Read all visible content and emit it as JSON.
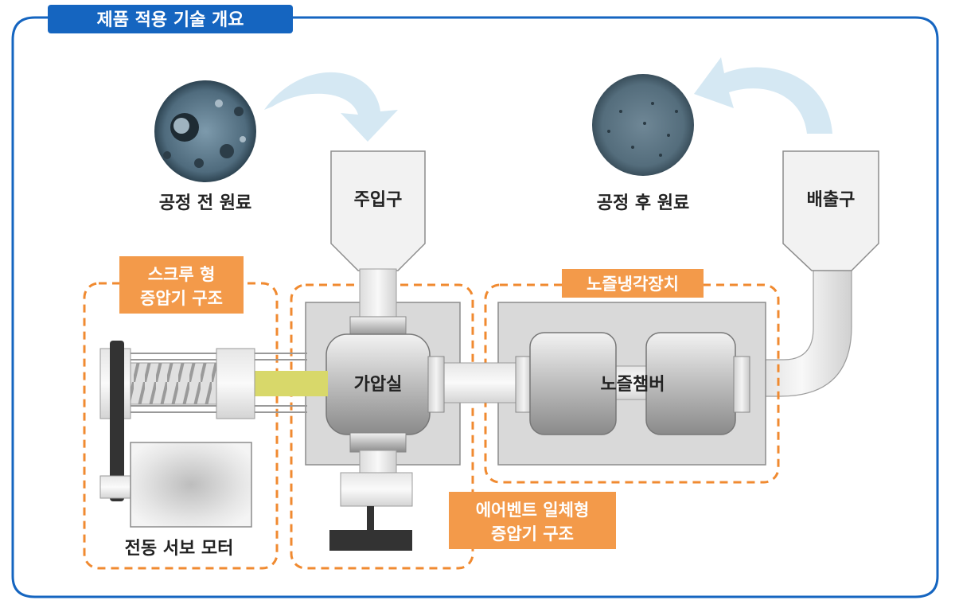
{
  "title": "제품 적용 기술 개요",
  "labels": {
    "before_material": "공정 전 원료",
    "after_material": "공정 후 원료",
    "inlet": "주입구",
    "outlet": "배출구",
    "pressure_chamber": "가압실",
    "nozzle_chamber": "노즐챔버",
    "servo_motor": "전동 서보 모터"
  },
  "tags": {
    "screw": [
      "스크루 형",
      "증압기 구조"
    ],
    "nozzle_cooling": "노즐냉각장치",
    "airvent": [
      "에어벤트 일체형",
      "증압기 구조"
    ]
  },
  "colors": {
    "frame_blue": "#1565c0",
    "tag_orange": "#f39a4a",
    "dash_orange": "#f08a30",
    "arrow_light_blue": "#d5e8f3",
    "rod_yellow": "#d8d86a",
    "dark_base": "#333333"
  }
}
